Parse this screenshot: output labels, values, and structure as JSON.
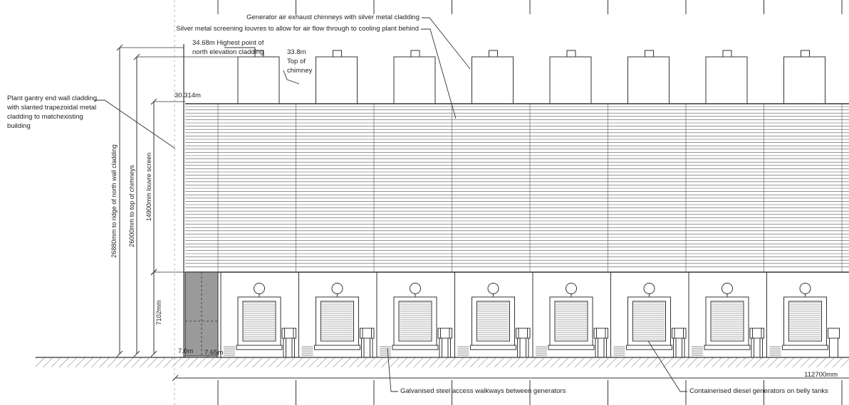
{
  "annotations": {
    "exhaust_chimneys": "Generator air exhaust chimneys with silver metal cladding",
    "louvres": "Silver metal screening louvres to allow for air flow through to cooling plant behind",
    "highest_point_1": "34.68m Highest point of",
    "highest_point_2": "north elevation cladding",
    "chimney_top_1": "33.8m",
    "chimney_top_2": "Top of",
    "chimney_top_3": "chimney",
    "gantry_1": "Plant gantry end wall cladding",
    "gantry_2": "with slanted trapezoidal metal",
    "gantry_3": "cladding to matchexisting",
    "gantry_4": "building",
    "walkways": "Galvanised steel access walkways between generators",
    "containers": "Containerised diesel generators on belly tanks"
  },
  "levels": {
    "roof_level": "30.314m",
    "deck_level": "7.65m",
    "ground_level": "7.0m"
  },
  "dimensions": {
    "north_wall": "26880mm to ridge of north wall cladding",
    "chimneys": "26000mm to top of chimneys",
    "louvre_screen": "14900mm louvre screen",
    "lower": "7102mm",
    "length": "112700mm"
  },
  "generator_bays": 8
}
